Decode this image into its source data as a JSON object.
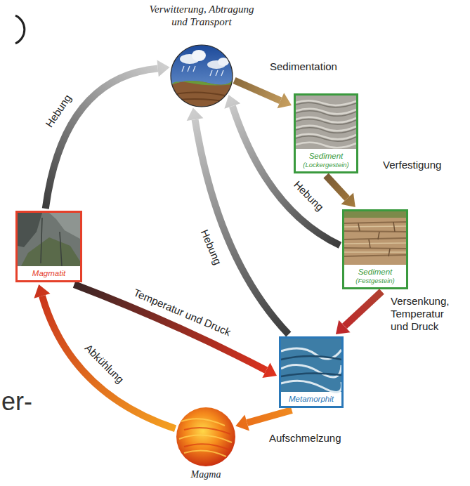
{
  "diagram": {
    "nodes": [
      {
        "text": [
          "Verwitterung, Abtragung und Transport"
        ]
      },
      {
        "text": [
          "Sediment",
          "(Lockergestein)"
        ]
      },
      {
        "text": [
          "Sediment",
          "(Festgestein)"
        ]
      },
      {
        "text": [
          "Magmatit"
        ]
      },
      {
        "text": [
          "Metamorphit"
        ]
      },
      {
        "text": [
          "Magma"
        ]
      }
    ],
    "edges": [
      {
        "from": 0,
        "to": 1,
        "arrow": "to",
        "label": "Sedimentation"
      },
      {
        "from": 1,
        "to": 2,
        "arrow": "to",
        "label": "Verfestigung"
      },
      {
        "from": 2,
        "to": 0,
        "arrow": "to",
        "label": "Hebung"
      },
      {
        "from": 2,
        "to": 4,
        "arrow": "to",
        "label": "Versenkung, Temperatur und Druck"
      },
      {
        "from": 4,
        "to": 0,
        "arrow": "to",
        "label": "Hebung"
      },
      {
        "from": 3,
        "to": 0,
        "arrow": "to",
        "label": "Hebung"
      },
      {
        "from": 3,
        "to": 4,
        "arrow": "to",
        "label": "Temperatur und Druck"
      },
      {
        "from": 4,
        "to": 5,
        "arrow": "to",
        "label": "Aufschmelzung"
      },
      {
        "from": 5,
        "to": 3,
        "arrow": "to",
        "label": "Abkühlung"
      }
    ],
    "labels": [
      "er-"
    ]
  }
}
